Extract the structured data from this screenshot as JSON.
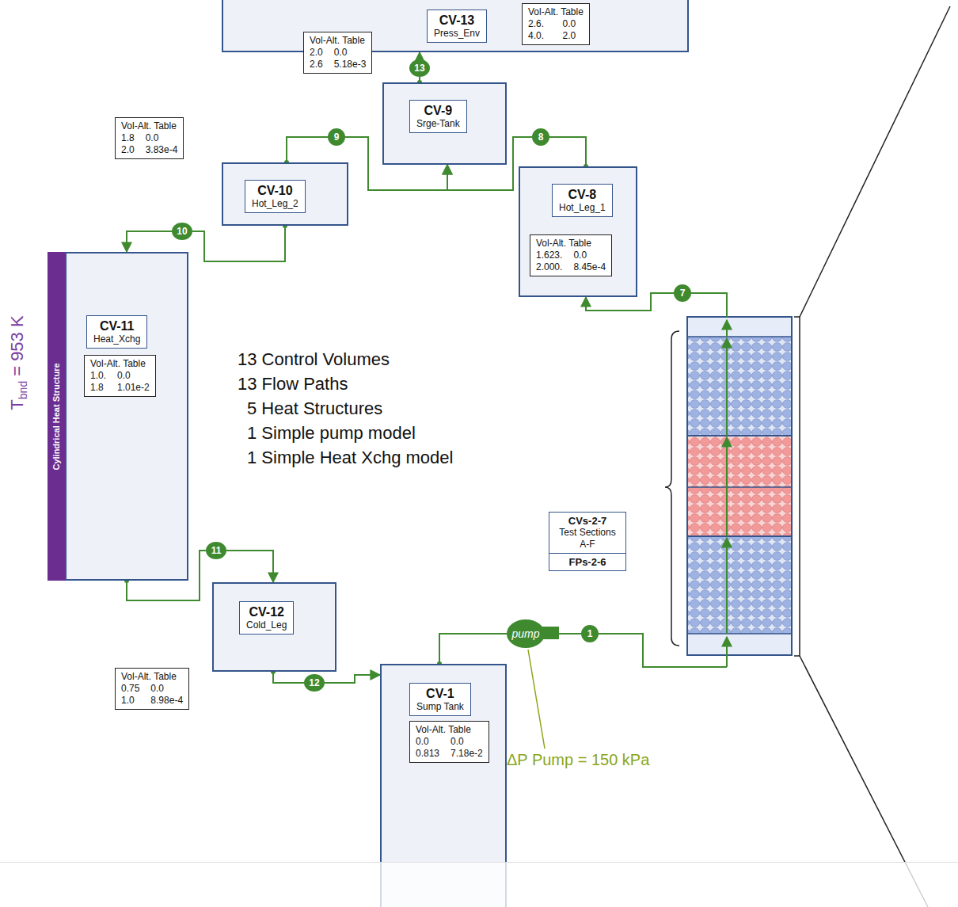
{
  "diagram": {
    "nodes": [
      {
        "text": [
          "CV-13",
          "Press_Env"
        ]
      },
      {
        "text": [
          "Vol-Alt. Table",
          "2.6.",
          "0.0",
          "4.0.",
          "2.0"
        ],
        "in": 0
      },
      {
        "text": [
          "Vol-Alt. Table",
          "2.0",
          "0.0",
          "2.6",
          "5.18e-3"
        ]
      },
      {
        "text": [
          "13"
        ]
      },
      {
        "text": [
          "CV-9",
          "Srge-Tank"
        ]
      },
      {
        "text": [
          "Vol-Alt. Table",
          "1.8",
          "0.0",
          "2.0",
          "3.83e-4"
        ]
      },
      {
        "text": [
          "9"
        ]
      },
      {
        "text": [
          "8"
        ]
      },
      {
        "text": [
          "CV-10",
          "Hot_Leg_2"
        ]
      },
      {
        "text": [
          "CV-8",
          "Hot_Leg_1"
        ]
      },
      {
        "text": [
          "Vol-Alt. Table",
          "1.623.",
          "0.0",
          "2.000.",
          "8.45e-4"
        ],
        "in": 9
      },
      {
        "text": [
          "10"
        ]
      },
      {
        "text": [
          "7"
        ]
      },
      {
        "text": [
          "Cylindrical Heat Structure"
        ]
      },
      {
        "text": [
          "CV-11",
          "Heat_Xchg"
        ]
      },
      {
        "text": [
          "Vol-Alt. Table",
          "1.0.",
          "0.0",
          "1.8",
          "1.01e-2"
        ],
        "in": 14
      },
      {
        "text": [
          "CVs-2-7",
          "Test Sections A-F",
          "FPs-2-6"
        ]
      },
      {
        "text": [
          "11"
        ]
      },
      {
        "text": [
          "CV-12",
          "Cold_Leg"
        ]
      },
      {
        "text": [
          "12"
        ]
      },
      {
        "text": [
          "pump"
        ]
      },
      {
        "text": [
          "1"
        ]
      },
      {
        "text": [
          "Vol-Alt. Table",
          "0.75",
          "0.0",
          "1.0",
          "8.98e-4"
        ]
      },
      {
        "text": [
          "CV-1",
          "Sump Tank"
        ]
      },
      {
        "text": [
          "Vol-Alt. Table",
          "0.0",
          "0.0",
          "0.813",
          "7.18e-2"
        ],
        "in": 23
      }
    ],
    "edges": [
      {
        "from": 4,
        "to": 3,
        "arrow": "none"
      },
      {
        "from": 3,
        "to": 0,
        "arrow": "to"
      },
      {
        "from": 8,
        "to": 6,
        "arrow": "none"
      },
      {
        "from": 6,
        "to": 4,
        "arrow": "to"
      },
      {
        "from": 9,
        "to": 7,
        "arrow": "none"
      },
      {
        "from": 7,
        "to": 4,
        "arrow": "to"
      },
      {
        "from": 8,
        "to": 11,
        "arrow": "none"
      },
      {
        "from": 11,
        "to": 14,
        "arrow": "to"
      },
      {
        "from": 14,
        "to": 17,
        "arrow": "none"
      },
      {
        "from": 17,
        "to": 18,
        "arrow": "to"
      },
      {
        "from": 18,
        "to": 19,
        "arrow": "none"
      },
      {
        "from": 19,
        "to": 23,
        "arrow": "to"
      },
      {
        "from": 23,
        "to": 20,
        "arrow": "none"
      },
      {
        "from": 20,
        "to": 21,
        "arrow": "none"
      },
      {
        "from": 12,
        "to": 9,
        "arrow": "to"
      }
    ],
    "labels": [
      "13 Control Volumes",
      "13 Flow Paths",
      "5 Heat Structures",
      "1 Simple pump model",
      "1 Simple Heat Xchg model",
      "T",
      "bnd",
      "= 953 K",
      "ΔP Pump = 150 kPa"
    ]
  }
}
